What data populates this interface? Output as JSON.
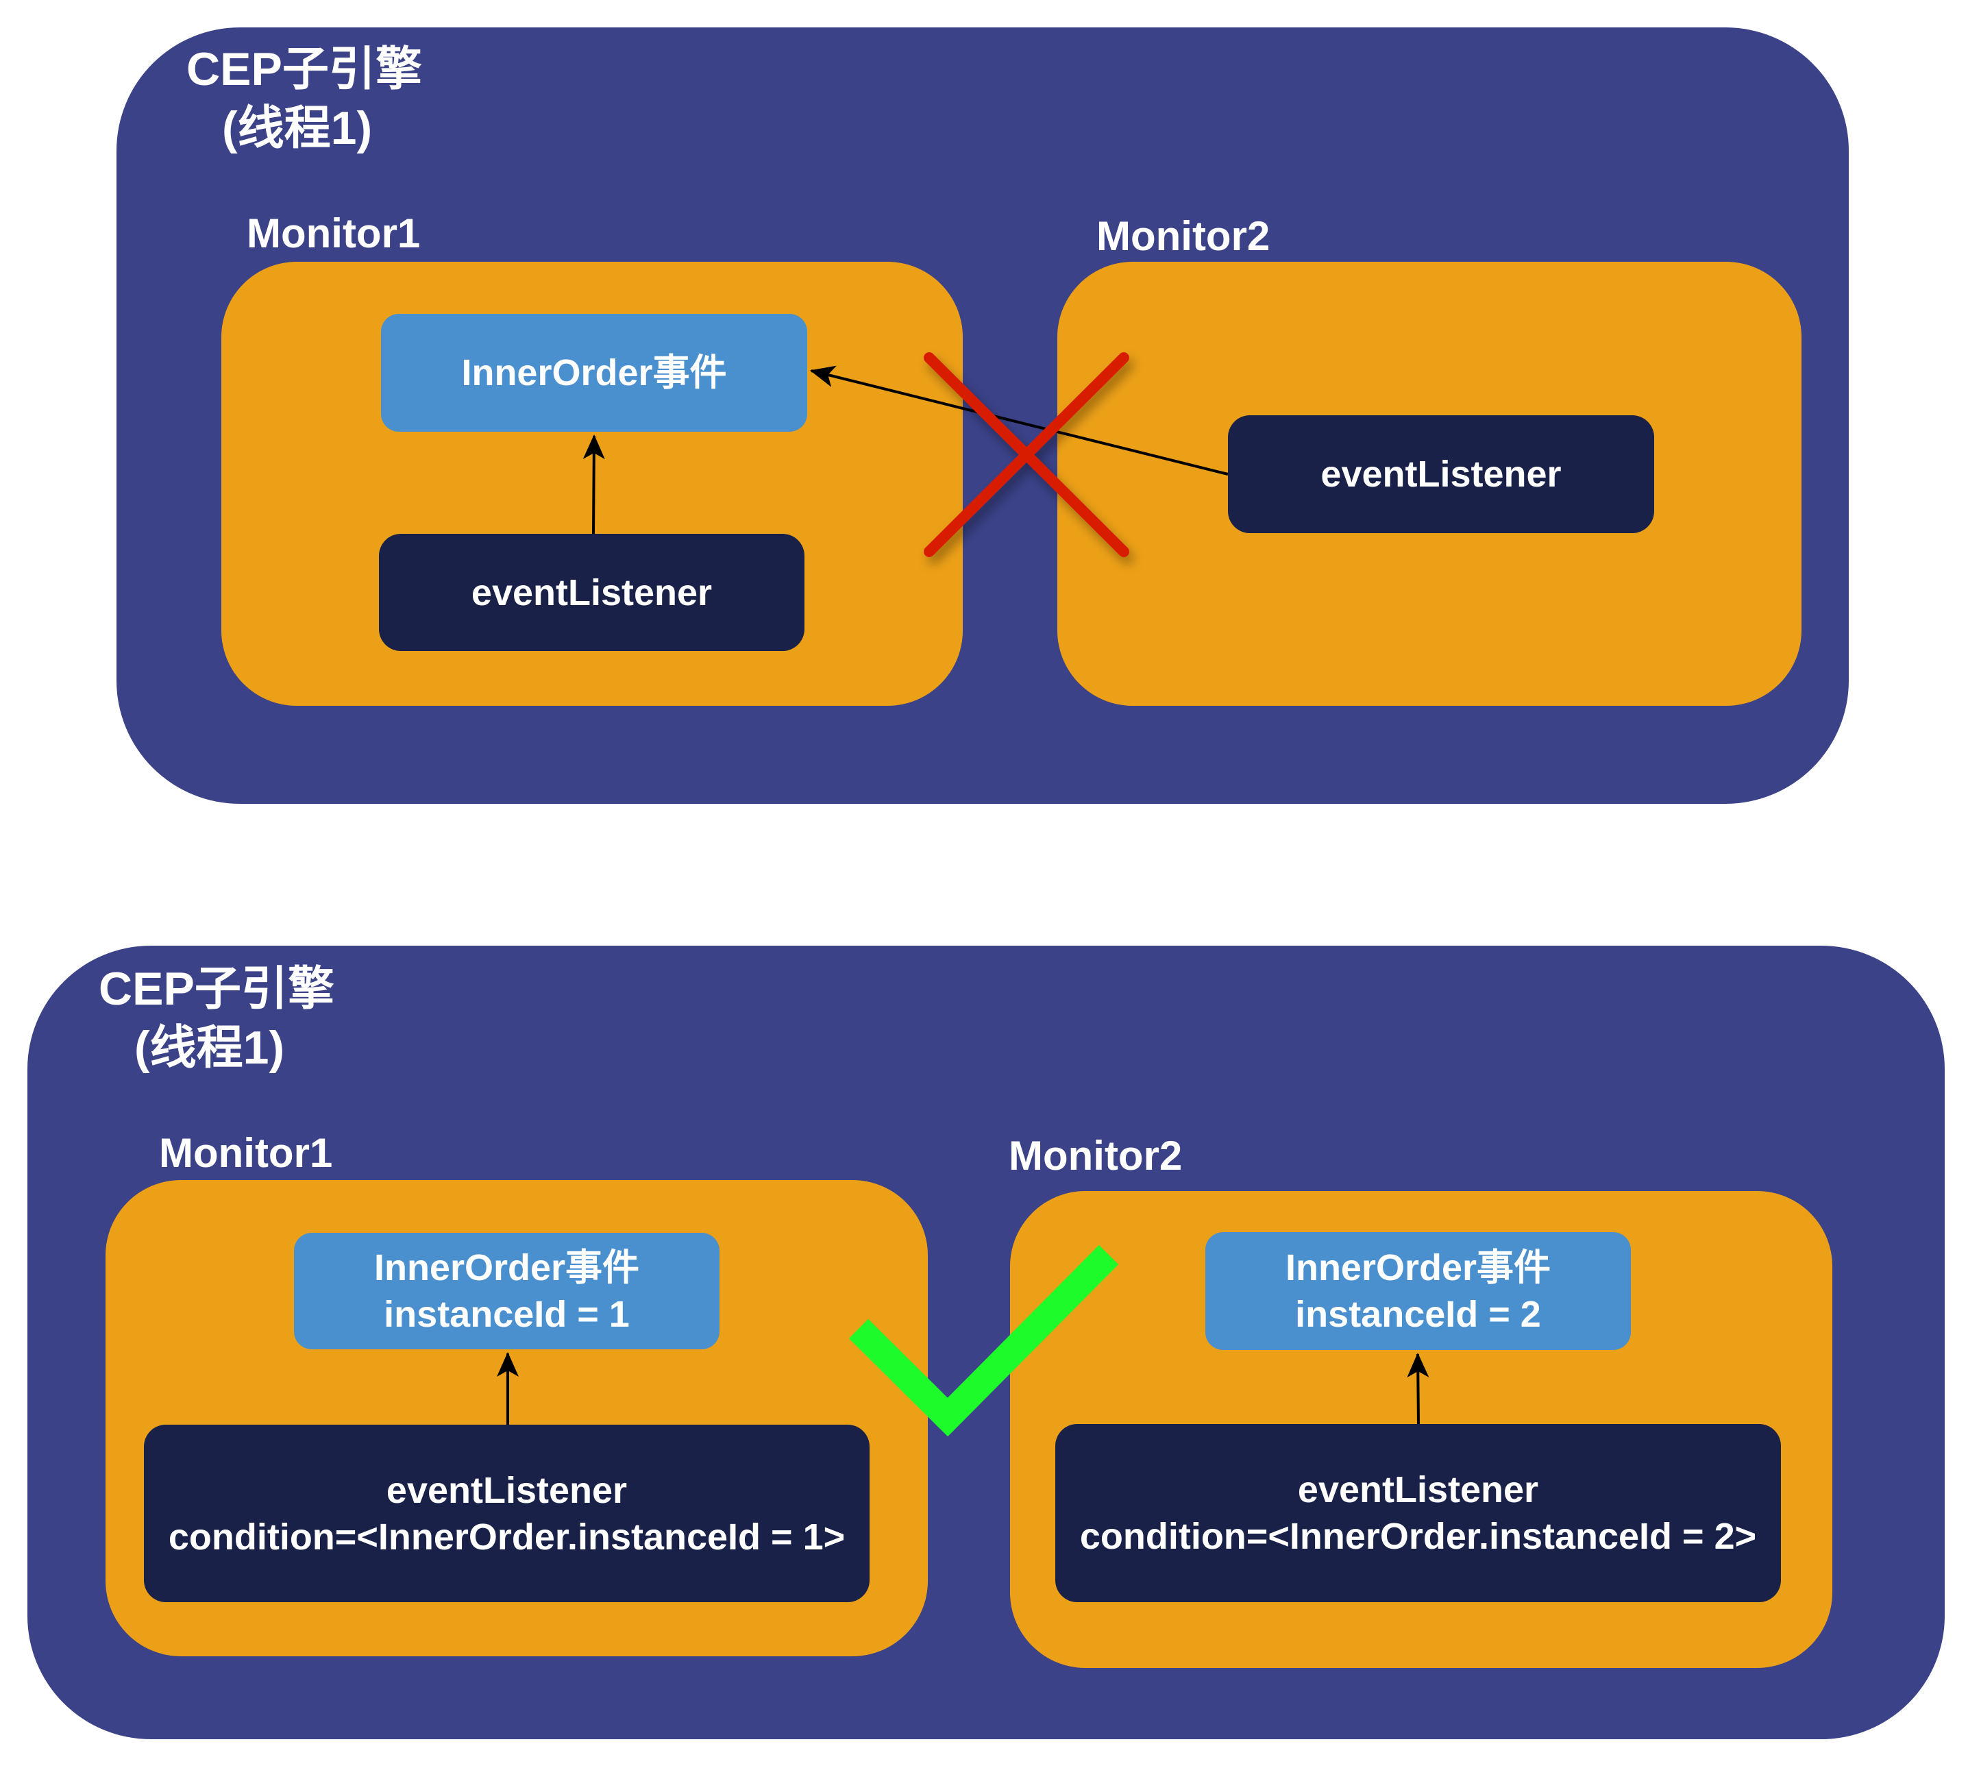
{
  "panels": [
    {
      "status": "invalid",
      "engine_title_line1": "CEP子引擎",
      "engine_title_line2": "(线程1)",
      "monitors": [
        {
          "label": "Monitor1",
          "event_lines": [
            "InnerOrder事件"
          ],
          "listener_lines": [
            "eventListener"
          ]
        },
        {
          "label": "Monitor2",
          "event_lines": [],
          "listener_lines": [
            "eventListener"
          ]
        }
      ],
      "marker": "cross-icon"
    },
    {
      "status": "valid",
      "engine_title_line1": "CEP子引擎",
      "engine_title_line2": "(线程1)",
      "monitors": [
        {
          "label": "Monitor1",
          "event_lines": [
            "InnerOrder事件",
            "instanceId = 1"
          ],
          "listener_lines": [
            "eventListener",
            "condition=<InnerOrder.instanceId = 1>"
          ]
        },
        {
          "label": "Monitor2",
          "event_lines": [
            "InnerOrder事件",
            "instanceId = 2"
          ],
          "listener_lines": [
            "eventListener",
            "condition=<InnerOrder.instanceId = 2>"
          ]
        }
      ],
      "marker": "check-icon"
    }
  ],
  "colors": {
    "engine": "#3b4288",
    "monitor": "#eca017",
    "event": "#4a90cf",
    "listener": "#1a2149",
    "cross": "#d81e06",
    "check": "#1dfb2a",
    "text": "#ffffff"
  }
}
